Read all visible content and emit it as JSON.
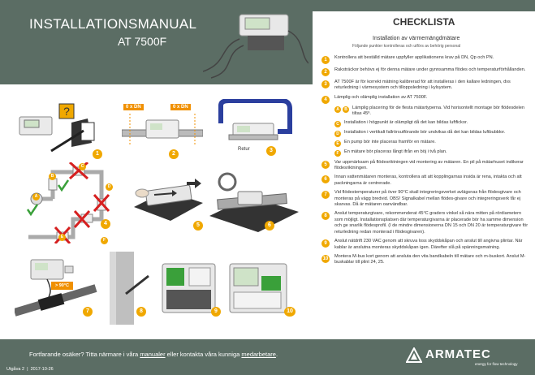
{
  "header": {
    "title": "INSTALLATIONSMANUAL",
    "model": "AT 7500F"
  },
  "checklist": {
    "title": "CHECKLISTA",
    "subtitle": "Installation av värmemängdmätare",
    "note": "Följande punkter kontrolleras och utförs av behörig personal",
    "items": [
      {
        "n": "1",
        "text": "Kontrollera att beställd mätare uppfyller applikationens krav på DN, Qp och PN."
      },
      {
        "n": "2",
        "text": "Raksträckor behövs ej för denna mätare under gynnsamma flödes och temperaturförhållanden."
      },
      {
        "n": "3",
        "text": "AT 7500F är för korrekt mätning kalibrerad för att installeras i den kallare ledningen, dvs returledning i värmesystem och tilloppsledning i kylsystem."
      },
      {
        "n": "4",
        "text": "Lämplig och olämplig installation av AT 7500F."
      }
    ],
    "sub_items": [
      {
        "n": [
          "A",
          "B"
        ],
        "text": "Lämplig placering för de flesta mätartyperna. Vid horisontellt montage bör flödesdelen tiltas 45º."
      },
      {
        "n": [
          "C"
        ],
        "text": "Installation i högpunkt är olämpligt då det kan bildas luftfickor."
      },
      {
        "n": [
          "D"
        ],
        "text": "Installation i vertikalt fallrörsutförande bör undvikas då det kan bildas luftbubblor."
      },
      {
        "n": [
          "E"
        ],
        "text": "En pump bör inte placeras framför en mätare."
      },
      {
        "n": [
          "F"
        ],
        "text": "En mätare bör placeras långt ifrån en böj i två plan."
      }
    ],
    "items_after": [
      {
        "n": "5",
        "text": "Var uppmärksam på flödesriktningen vid montering av mätaren. En pil på mätarhuset indikerar flödesriktningen."
      },
      {
        "n": "6",
        "text": "Innan vattenmätaren monteras, kontrollera att att kopplingarnas insida är rena, intakta och att packningarna är centrerade."
      },
      {
        "n": "7",
        "text": "Vid flödestemperaturer på över 90°C skall integreringsverket avlägsnas från flödesgivare och monteras på vägg bredvid. OBS! Signalkabel mellan flödes-givare och integreringsverk får ej skarvas. Då är mätaren oanvändbar."
      },
      {
        "n": "8",
        "text": "Anslut temperaturgivare, rekommenderat 45°C graders vinkel så nära mitten på rördiametern som möjligt. Installationsplatsen där temperaturgivarna är placerade bör ha samme dimension och ge snarlik flödesprofil. (I de mindre dimensionerna DN 15 och DN 20 är temperaturgivare för returledning redan monterad i flödesgivaren)."
      },
      {
        "n": "9",
        "text": "Anslut nätdrift 230 VAC genom att skruva loss skyddskåpan och anslut till angivna plintar. När kablar är anslutna monteras skyddskåpan igen. Därefter slå på spänningsmatning."
      },
      {
        "n": "10",
        "text": "Montera M-bus kort genom att ansluta den vita bandkabeln till mätare och m-buskort. Anslut M-buskablar till plint 24, 25."
      }
    ]
  },
  "figures": {
    "dn_label": "0 x DN",
    "retur_label": "Retur",
    "temp_label": "> 90°C",
    "badges": [
      "1",
      "2",
      "3",
      "4",
      "5",
      "6",
      "7",
      "8",
      "9",
      "10"
    ],
    "letters": [
      "A",
      "B",
      "C",
      "D",
      "E",
      "F"
    ]
  },
  "footer": {
    "text_before": "Fortfarande osäker? Titta närmare i våra ",
    "link1": "manualer",
    "text_mid": " eller kontakta våra kunniga ",
    "link2": "medarbetare",
    "text_end": ".",
    "edition": "Utgåva 2",
    "date": "2017-10-26",
    "brand": "ARMATEC",
    "tagline": "energy for flow technology"
  },
  "colors": {
    "header_bg": "#5b6d64",
    "accent": "#f0a800",
    "pipe_blue": "#2b3f9e",
    "red_x": "#d62020",
    "green": "#3aa03a"
  }
}
